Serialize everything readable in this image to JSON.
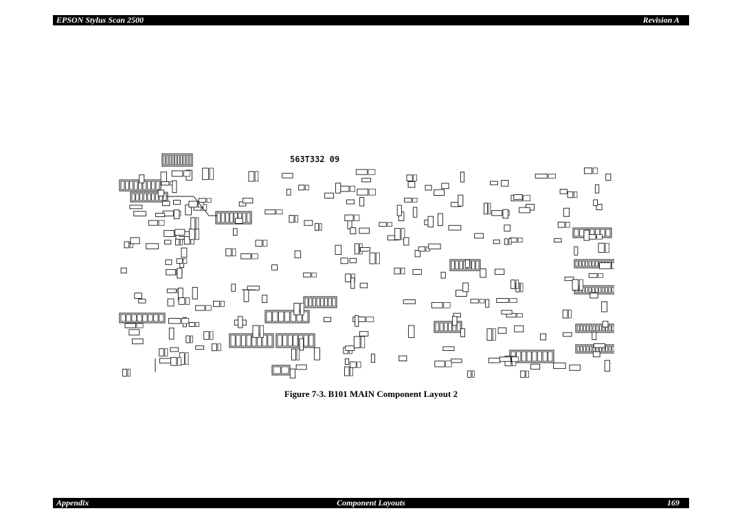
{
  "header": {
    "title": "EPSON Stylus Scan 2500",
    "revision": "Revision A"
  },
  "figure": {
    "board_label": "563T332 09",
    "caption": "Figure 7-3.  B101 MAIN Component Layout 2",
    "image_name": "b101-main-component-layout-2"
  },
  "footer": {
    "section": "Appendix",
    "subsection": "Component Layouts",
    "page_number": "169"
  }
}
